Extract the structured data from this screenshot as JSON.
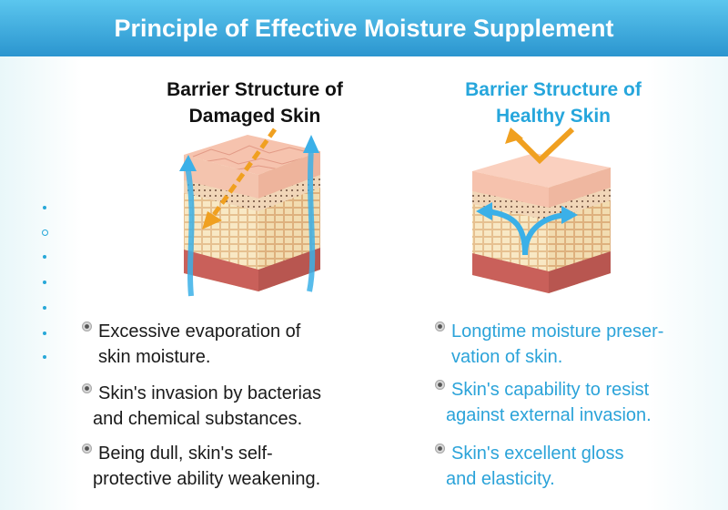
{
  "header": {
    "title": "Principle of Effective Moisture Supplement"
  },
  "damaged": {
    "heading_line1": "Barrier Structure of",
    "heading_line2": "Damaged Skin",
    "bullets": [
      {
        "line1": "Excessive evaporation of",
        "line2": "skin moisture."
      },
      {
        "line1": "Skin's invasion by bacterias",
        "line2": "and chemical substances."
      },
      {
        "line1": "Being dull, skin's self-",
        "line2": "protective ability weakening."
      }
    ]
  },
  "healthy": {
    "heading_line1": "Barrier Structure of",
    "heading_line2": "Healthy Skin",
    "bullets": [
      {
        "line1": "Longtime moisture preser-",
        "line2": "vation of skin."
      },
      {
        "line1": "Skin's capability to resist",
        "line2": "against external invasion."
      },
      {
        "line1": "Skin's excellent gloss",
        "line2": "and elasticity."
      }
    ]
  },
  "colors": {
    "header_top": "#5bc6ee",
    "header_bottom": "#2b95cf",
    "healthy_text": "#2ba3d9",
    "arrow_orange": "#f0a020",
    "arrow_blue": "#3bb0e8",
    "skin_pink": "#f6b7a2",
    "cell_cream": "#f8e8c4"
  }
}
